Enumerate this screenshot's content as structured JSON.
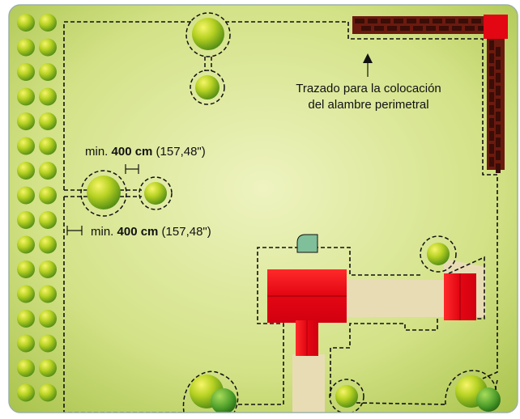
{
  "annotation": {
    "line1": "Trazado para la colocación",
    "line2": "del alambre perimetral"
  },
  "distance_trees": {
    "prefix": "min. ",
    "value": "400 cm",
    "suffix": " (157,48\")"
  },
  "distance_edge": {
    "prefix": "min. ",
    "value": "400 cm",
    "suffix": " (157,48\")"
  },
  "colors": {
    "lawn_dark": "#a9c34a",
    "lawn_light": "#e9efb0",
    "roof": "#e30613",
    "roof_dark": "#b3000c",
    "path": "#e8dcb5",
    "station": "#7fbf9a",
    "wire": "#111111",
    "fence": "#6b1a0f"
  }
}
